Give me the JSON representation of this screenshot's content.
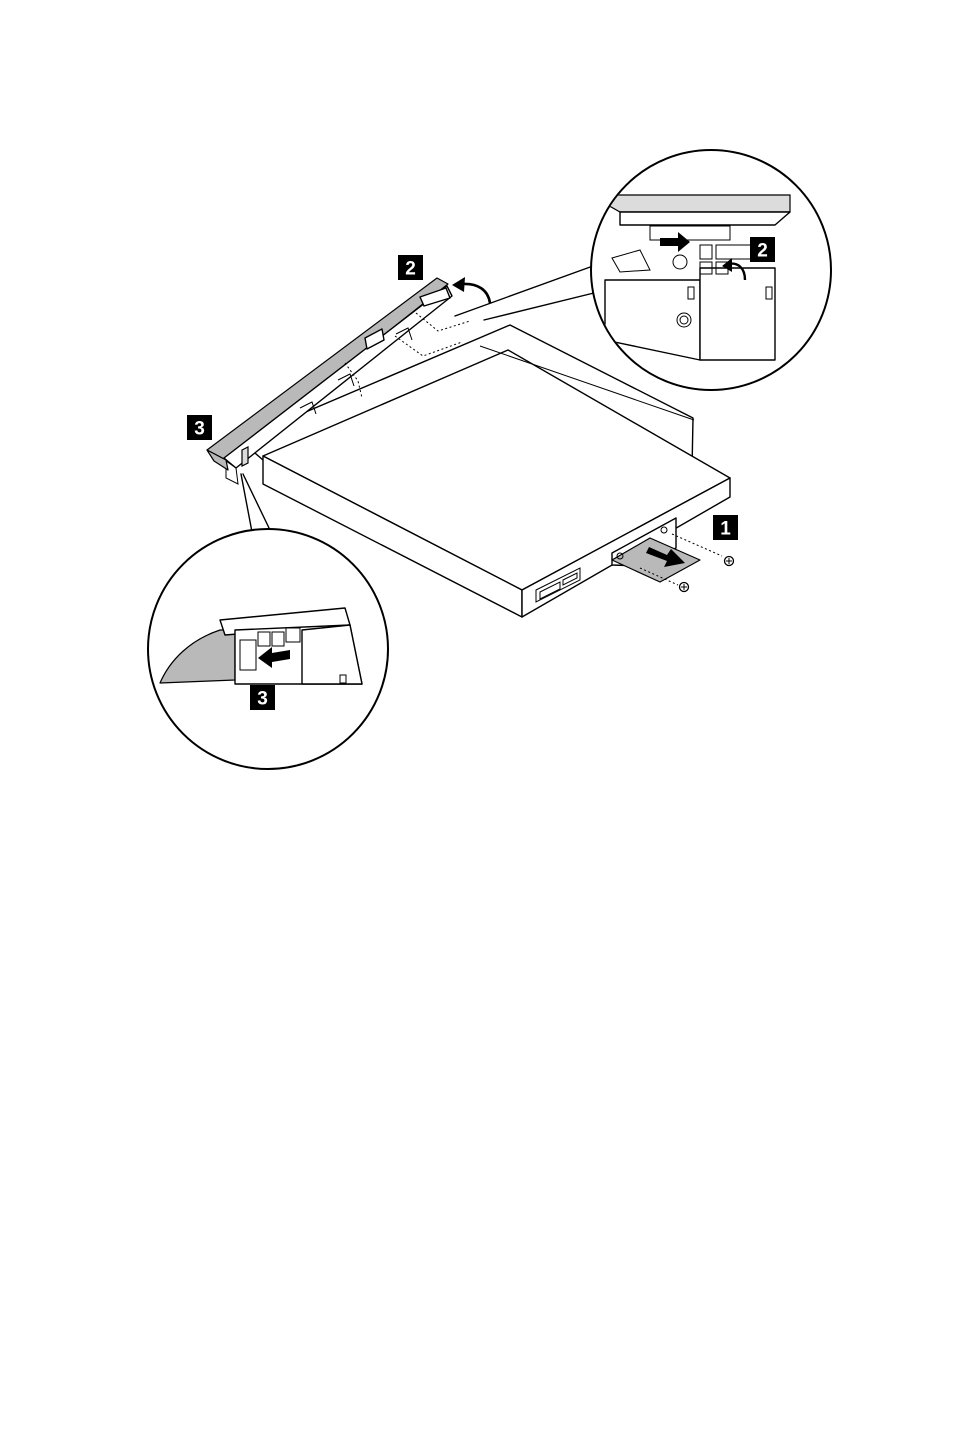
{
  "steps": {
    "step1": "1",
    "step2_main": "2",
    "step2_callout": "2",
    "step3_main": "3",
    "step3_callout": "3"
  },
  "colors": {
    "background": "#ffffff",
    "line": "#000000",
    "bezel_gray": "#b9b9b9",
    "badge_fill": "#000000",
    "badge_text": "#ffffff"
  },
  "icons": {
    "arrow": "curved-arrow-icon",
    "screw": "screw-icon",
    "push_arrow": "straight-arrow-icon"
  }
}
